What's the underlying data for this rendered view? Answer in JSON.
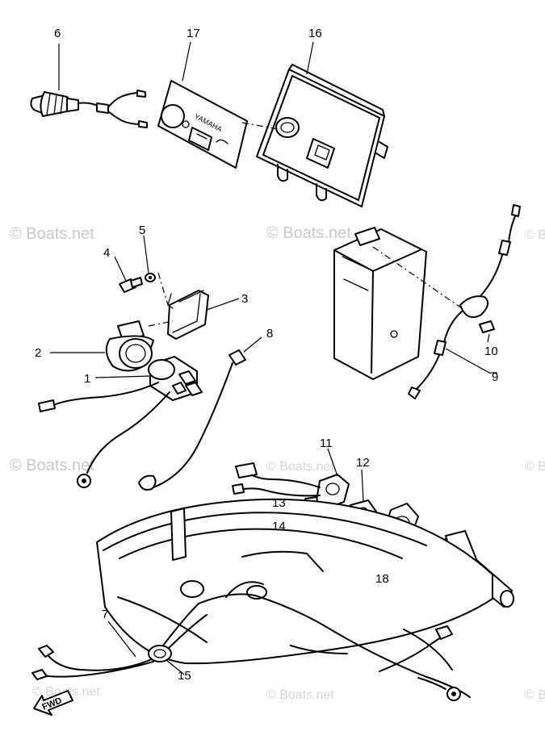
{
  "watermark": "© Boats.net",
  "part_numbers": {
    "p1": "1",
    "p2": "2",
    "p3": "3",
    "p4": "4",
    "p5": "5",
    "p6": "6",
    "p7": "7",
    "p8": "8",
    "p9": "9",
    "p10": "10",
    "p11": "11",
    "p12": "12",
    "p13": "13",
    "p14": "14",
    "p15": "15",
    "p16": "16",
    "p17": "17",
    "p18": "18"
  },
  "brand_plate_text": "YAMAHA",
  "direction_arrow": "FWD"
}
